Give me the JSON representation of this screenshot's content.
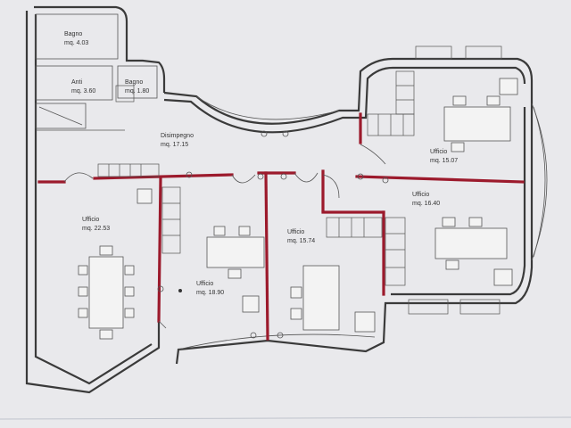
{
  "rooms": [
    {
      "name": "Bagno",
      "area": "mq. 4.03"
    },
    {
      "name": "Anti",
      "area": "mq. 3.60"
    },
    {
      "name": "Bagno",
      "area": "mq. 1.80"
    },
    {
      "name": "Disimpegno",
      "area": "mq. 17.15"
    },
    {
      "name": "Ufficio",
      "area": "mq. 15.07"
    },
    {
      "name": "Ufficio",
      "area": "mq. 16.40"
    },
    {
      "name": "Ufficio",
      "area": "mq. 22.53"
    },
    {
      "name": "Ufficio",
      "area": "mq. 18.90"
    },
    {
      "name": "Ufficio",
      "area": "mq. 15.74"
    }
  ],
  "colors": {
    "paper": "#e9e9ec",
    "partition": "#9c1a2c",
    "wall": "#3a3a3a"
  }
}
